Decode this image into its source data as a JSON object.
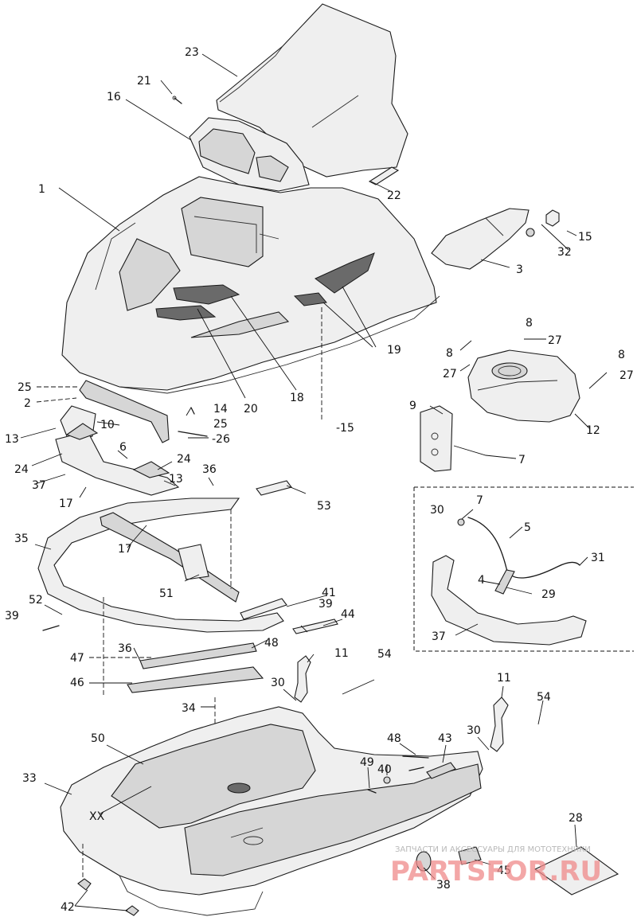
{
  "callouts": [
    {
      "id": "c1",
      "text": "1"
    },
    {
      "id": "c2",
      "text": "2"
    },
    {
      "id": "c3",
      "text": "3"
    },
    {
      "id": "c4",
      "text": "4"
    },
    {
      "id": "c5",
      "text": "5"
    },
    {
      "id": "c6",
      "text": "6"
    },
    {
      "id": "c7a",
      "text": "7"
    },
    {
      "id": "c7b",
      "text": "7"
    },
    {
      "id": "c8a",
      "text": "8"
    },
    {
      "id": "c8b",
      "text": "8"
    },
    {
      "id": "c8c",
      "text": "8"
    },
    {
      "id": "c9",
      "text": "9"
    },
    {
      "id": "c10",
      "text": "10"
    },
    {
      "id": "c11a",
      "text": "11"
    },
    {
      "id": "c11b",
      "text": "11"
    },
    {
      "id": "c12",
      "text": "12"
    },
    {
      "id": "c13a",
      "text": "13"
    },
    {
      "id": "c13b",
      "text": "13"
    },
    {
      "id": "c14",
      "text": "14"
    },
    {
      "id": "c15a",
      "text": "15"
    },
    {
      "id": "c15b",
      "text": "-15"
    },
    {
      "id": "c16",
      "text": "16"
    },
    {
      "id": "c17a",
      "text": "17"
    },
    {
      "id": "c17b",
      "text": "17"
    },
    {
      "id": "c18",
      "text": "18"
    },
    {
      "id": "c19",
      "text": "19"
    },
    {
      "id": "c20",
      "text": "20"
    },
    {
      "id": "c21",
      "text": "21"
    },
    {
      "id": "c22",
      "text": "22"
    },
    {
      "id": "c23",
      "text": "23"
    },
    {
      "id": "c24a",
      "text": "24"
    },
    {
      "id": "c24b",
      "text": "24"
    },
    {
      "id": "c25a",
      "text": "25"
    },
    {
      "id": "c25b",
      "text": "25"
    },
    {
      "id": "c26",
      "text": "-26"
    },
    {
      "id": "c27a",
      "text": "27"
    },
    {
      "id": "c27b",
      "text": "27"
    },
    {
      "id": "c27c",
      "text": "27"
    },
    {
      "id": "c28",
      "text": "28"
    },
    {
      "id": "c29",
      "text": "29"
    },
    {
      "id": "c30a",
      "text": "30"
    },
    {
      "id": "c30b",
      "text": "30"
    },
    {
      "id": "c30c",
      "text": "30"
    },
    {
      "id": "c31",
      "text": "31"
    },
    {
      "id": "c32",
      "text": "32"
    },
    {
      "id": "c33",
      "text": "33"
    },
    {
      "id": "c34",
      "text": "34"
    },
    {
      "id": "c35",
      "text": "35"
    },
    {
      "id": "c36a",
      "text": "36"
    },
    {
      "id": "c36b",
      "text": "36"
    },
    {
      "id": "c37a",
      "text": "37"
    },
    {
      "id": "c37b",
      "text": "37"
    },
    {
      "id": "c38",
      "text": "38"
    },
    {
      "id": "c39a",
      "text": "39"
    },
    {
      "id": "c39b",
      "text": "39"
    },
    {
      "id": "c40",
      "text": "40"
    },
    {
      "id": "c41",
      "text": "41"
    },
    {
      "id": "c42",
      "text": "42"
    },
    {
      "id": "c43",
      "text": "43"
    },
    {
      "id": "c44",
      "text": "44"
    },
    {
      "id": "c45",
      "text": "45"
    },
    {
      "id": "c46",
      "text": "46"
    },
    {
      "id": "c47",
      "text": "47"
    },
    {
      "id": "c48a",
      "text": "48"
    },
    {
      "id": "c48b",
      "text": "48"
    },
    {
      "id": "c49",
      "text": "49"
    },
    {
      "id": "c50",
      "text": "50"
    },
    {
      "id": "c51",
      "text": "51"
    },
    {
      "id": "c52",
      "text": "52"
    },
    {
      "id": "c53",
      "text": "53"
    },
    {
      "id": "c54a",
      "text": "54"
    },
    {
      "id": "c54b",
      "text": "54"
    },
    {
      "id": "cXX",
      "text": "XX"
    }
  ],
  "watermark": {
    "tagline": "ЗАПЧАСТИ И АКСЕССУАРЫ ДЛЯ МОТОТЕХНИКИ",
    "brand": "PARTSFOR.RU",
    "brand_color": "#f08a8a"
  }
}
